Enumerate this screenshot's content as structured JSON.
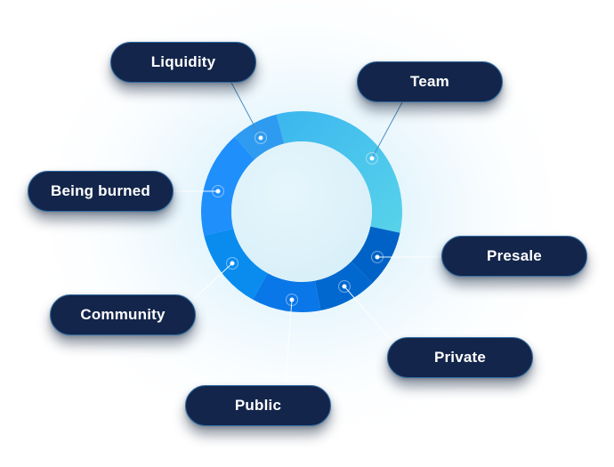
{
  "chart_data": {
    "type": "pie",
    "variant": "donut",
    "title": "",
    "start": "top",
    "direction": "clockwise",
    "slices": [
      {
        "label": "Team",
        "value": 32.4,
        "color": "#45c3ec",
        "color_end": "#58d2ea"
      },
      {
        "label": "Presale",
        "value": 9.2,
        "color": "#0062c6"
      },
      {
        "label": "Private",
        "value": 9.4,
        "color": "#0068cf"
      },
      {
        "label": "Public",
        "value": 11.1,
        "color": "#0a77e8"
      },
      {
        "label": "Community",
        "value": 13.1,
        "color": "#0a8cef"
      },
      {
        "label": "Being burned",
        "value": 17.2,
        "color": "#1f8ffc"
      },
      {
        "label": "Liquidity",
        "value": 7.6,
        "color": "#2e9bf0"
      }
    ],
    "legend": "callout-labels",
    "value_labels_shown": false
  },
  "labels": {
    "liquidity": "Liquidity",
    "team": "Team",
    "being_burned": "Being burned",
    "presale": "Presale",
    "community": "Community",
    "private": "Private",
    "public": "Public"
  },
  "colors": {
    "pill_bg": "#13254a",
    "pill_text": "#ffffff",
    "inner_circle": "#dff2fa"
  }
}
